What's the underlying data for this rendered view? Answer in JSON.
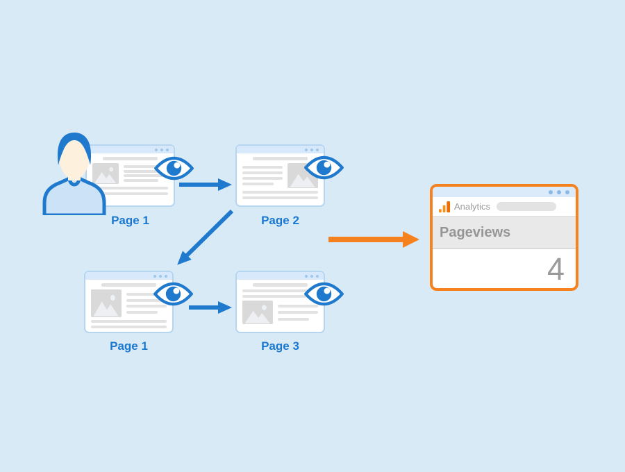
{
  "colors": {
    "background": "#d9eaf7",
    "accent_blue": "#1f79cc",
    "accent_orange": "#f5821f",
    "window_border": "#b5d5f0",
    "window_titlebar": "#d7e9fa",
    "skeleton_gray": "#e2e2e2",
    "analytics_gray_text": "#9a9a9a"
  },
  "visitor": {
    "icon": "user-icon"
  },
  "pages": [
    {
      "label": "Page 1",
      "icon": "eye-icon"
    },
    {
      "label": "Page 2",
      "icon": "eye-icon"
    },
    {
      "label": "Page 1",
      "icon": "eye-icon"
    },
    {
      "label": "Page 3",
      "icon": "eye-icon"
    }
  ],
  "flow": {
    "arrows": [
      "arrow-right-blue",
      "arrow-down-left-blue",
      "arrow-right-blue"
    ],
    "result_arrow": "arrow-right-orange"
  },
  "analytics": {
    "app_name": "Analytics",
    "logo_icon": "bar-chart-icon",
    "url_pill": "blurred-url-pill",
    "metric_label": "Pageviews",
    "metric_value": "4"
  }
}
